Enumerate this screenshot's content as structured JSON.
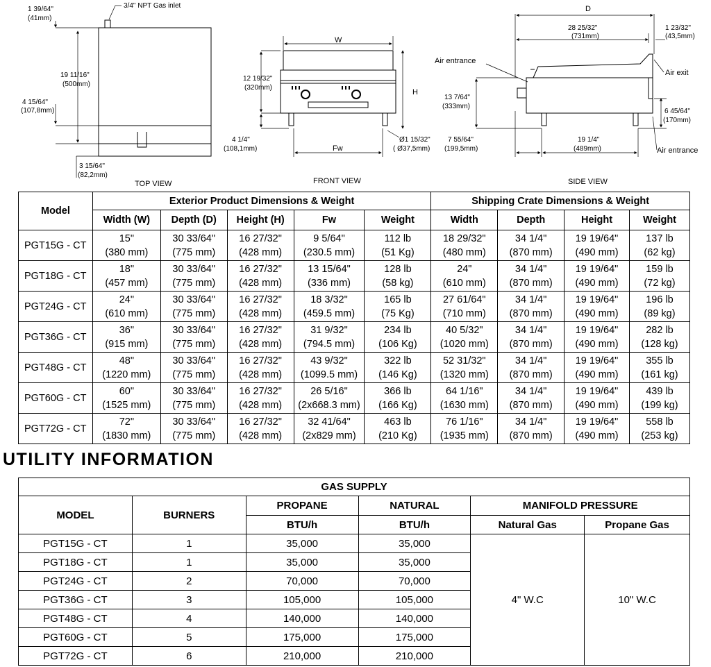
{
  "drawings": {
    "top_view": {
      "label": "TOP VIEW",
      "dim_side_offset": "1 39/64\"",
      "dim_side_offset_mm": "(41mm)",
      "gas_inlet": "3/4\" NPT Gas inlet",
      "dim_depth": "19 11/16\"",
      "dim_depth_mm": "(500mm)",
      "dim_inlet_pos": "4 15/64\"",
      "dim_inlet_pos_mm": "(107,8mm)",
      "dim_bottom": "3 15/64\"",
      "dim_bottom_mm": "(82,2mm)"
    },
    "front_view": {
      "label": "FRONT VIEW",
      "w": "W",
      "h": "H",
      "fw": "Fw",
      "dim_height": "12 19/32\"",
      "dim_height_mm": "(320mm)",
      "dim_leg": "4 1/4\"",
      "dim_leg_mm": "(108,1mm)",
      "dim_leg_dia": "Ø1 15/32\"",
      "dim_leg_dia_mm": "( Ø37,5mm)"
    },
    "side_view": {
      "label": "SIDE VIEW",
      "d": "D",
      "dim_body": "28 25/32\"",
      "dim_body_mm": "(731mm)",
      "dim_back": "1 23/32\"",
      "dim_back_mm": "(43,5mm)",
      "air_entrance": "Air entrance",
      "air_exit": "Air exit",
      "dim_front_h": "13 7/64\"",
      "dim_front_h_mm": "(333mm)",
      "dim_leg_h": "6 45/64\"",
      "dim_leg_h_mm": "(170mm)",
      "dim_front_leg": "7 55/64\"",
      "dim_front_leg_mm": "(199,5mm)",
      "dim_leg_span": "19 1/4\"",
      "dim_leg_span_mm": "(489mm)",
      "air_entrance_bottom": "Air entrance"
    }
  },
  "dimensions_table": {
    "col_model": "Model",
    "group_exterior": "Exterior Product Dimensions & Weight",
    "group_shipping": "Shipping Crate Dimensions & Weight",
    "sub_headers": [
      "Width (W)",
      "Depth (D)",
      "Height (H)",
      "Fw",
      "Weight",
      "Width",
      "Depth",
      "Height",
      "Weight"
    ],
    "rows": [
      {
        "model": "PGT15G - CT",
        "cells": [
          [
            "15\"",
            "(380 mm)"
          ],
          [
            "30 33/64\"",
            "(775 mm)"
          ],
          [
            "16 27/32\"",
            "(428 mm)"
          ],
          [
            "9 5/64\"",
            "(230.5 mm)"
          ],
          [
            "112 lb",
            "(51 Kg)"
          ],
          [
            "18 29/32\"",
            "(480 mm)"
          ],
          [
            "34 1/4\"",
            "(870 mm)"
          ],
          [
            "19 19/64\"",
            "(490 mm)"
          ],
          [
            "137 lb",
            "(62 kg)"
          ]
        ]
      },
      {
        "model": "PGT18G - CT",
        "cells": [
          [
            "18\"",
            "(457 mm)"
          ],
          [
            "30 33/64\"",
            "(775 mm)"
          ],
          [
            "16 27/32\"",
            "(428 mm)"
          ],
          [
            "13 15/64\"",
            "(336 mm)"
          ],
          [
            "128 lb",
            "(58 kg)"
          ],
          [
            "24\"",
            "(610 mm)"
          ],
          [
            "34 1/4\"",
            "(870 mm)"
          ],
          [
            "19 19/64\"",
            "(490 mm)"
          ],
          [
            "159 lb",
            "(72 kg)"
          ]
        ]
      },
      {
        "model": "PGT24G - CT",
        "cells": [
          [
            "24\"",
            "(610 mm)"
          ],
          [
            "30 33/64\"",
            "(775 mm)"
          ],
          [
            "16 27/32\"",
            "(428 mm)"
          ],
          [
            "18 3/32\"",
            "(459.5 mm)"
          ],
          [
            "165 lb",
            "(75 Kg)"
          ],
          [
            "27 61/64\"",
            "(710 mm)"
          ],
          [
            "34 1/4\"",
            "(870 mm)"
          ],
          [
            "19 19/64\"",
            "(490 mm)"
          ],
          [
            "196 lb",
            "(89 kg)"
          ]
        ]
      },
      {
        "model": "PGT36G - CT",
        "cells": [
          [
            "36\"",
            "(915 mm)"
          ],
          [
            "30 33/64\"",
            "(775 mm)"
          ],
          [
            "16 27/32\"",
            "(428 mm)"
          ],
          [
            "31 9/32\"",
            "(794.5 mm)"
          ],
          [
            "234 lb",
            "(106 Kg)"
          ],
          [
            "40 5/32\"",
            "(1020 mm)"
          ],
          [
            "34 1/4\"",
            "(870 mm)"
          ],
          [
            "19 19/64\"",
            "(490 mm)"
          ],
          [
            "282 lb",
            "(128 kg)"
          ]
        ]
      },
      {
        "model": "PGT48G - CT",
        "cells": [
          [
            "48\"",
            "(1220 mm)"
          ],
          [
            "30 33/64\"",
            "(775 mm)"
          ],
          [
            "16 27/32\"",
            "(428 mm)"
          ],
          [
            "43 9/32\"",
            "(1099.5 mm)"
          ],
          [
            "322 lb",
            "(146 Kg)"
          ],
          [
            "52 31/32\"",
            "(1320 mm)"
          ],
          [
            "34 1/4\"",
            "(870 mm)"
          ],
          [
            "19 19/64\"",
            "(490 mm)"
          ],
          [
            "355 lb",
            "(161 kg)"
          ]
        ]
      },
      {
        "model": "PGT60G - CT",
        "cells": [
          [
            "60\"",
            "(1525 mm)"
          ],
          [
            "30 33/64\"",
            "(775 mm)"
          ],
          [
            "16 27/32\"",
            "(428 mm)"
          ],
          [
            "26 5/16\"",
            "(2x668.3 mm)"
          ],
          [
            "366 lb",
            "(166 Kg)"
          ],
          [
            "64 1/16\"",
            "(1630 mm)"
          ],
          [
            "34 1/4\"",
            "(870 mm)"
          ],
          [
            "19 19/64\"",
            "(490 mm)"
          ],
          [
            "439 lb",
            "(199 kg)"
          ]
        ]
      },
      {
        "model": "PGT72G - CT",
        "cells": [
          [
            "72\"",
            "(1830 mm)"
          ],
          [
            "30 33/64\"",
            "(775 mm)"
          ],
          [
            "16 27/32\"",
            "(428 mm)"
          ],
          [
            "32 41/64\"",
            "(2x829 mm)"
          ],
          [
            "463 lb",
            "(210 Kg)"
          ],
          [
            "76 1/16\"",
            "(1935 mm)"
          ],
          [
            "34 1/4\"",
            "(870 mm)"
          ],
          [
            "19 19/64\"",
            "(490 mm)"
          ],
          [
            "558 lb",
            "(253 kg)"
          ]
        ]
      }
    ]
  },
  "utility": {
    "heading": "UTILITY INFORMATION",
    "gas_supply": "GAS SUPPLY",
    "col_model": "MODEL",
    "col_burners": "BURNERS",
    "col_propane": "PROPANE",
    "col_natural": "NATURAL",
    "btu_unit": "BTU/h",
    "col_manifold": "MANIFOLD PRESSURE",
    "col_natural_gas": "Natural Gas",
    "col_propane_gas": "Propane Gas",
    "natural_gas_pressure": "4\" W.C",
    "propane_gas_pressure": "10\" W.C",
    "rows": [
      {
        "model": "PGT15G - CT",
        "burners": "1",
        "propane": "35,000",
        "natural": "35,000"
      },
      {
        "model": "PGT18G - CT",
        "burners": "1",
        "propane": "35,000",
        "natural": "35,000"
      },
      {
        "model": "PGT24G - CT",
        "burners": "2",
        "propane": "70,000",
        "natural": "70,000"
      },
      {
        "model": "PGT36G - CT",
        "burners": "3",
        "propane": "105,000",
        "natural": "105,000"
      },
      {
        "model": "PGT48G - CT",
        "burners": "4",
        "propane": "140,000",
        "natural": "140,000"
      },
      {
        "model": "PGT60G - CT",
        "burners": "5",
        "propane": "175,000",
        "natural": "175,000"
      },
      {
        "model": "PGT72G - CT",
        "burners": "6",
        "propane": "210,000",
        "natural": "210,000"
      }
    ]
  }
}
